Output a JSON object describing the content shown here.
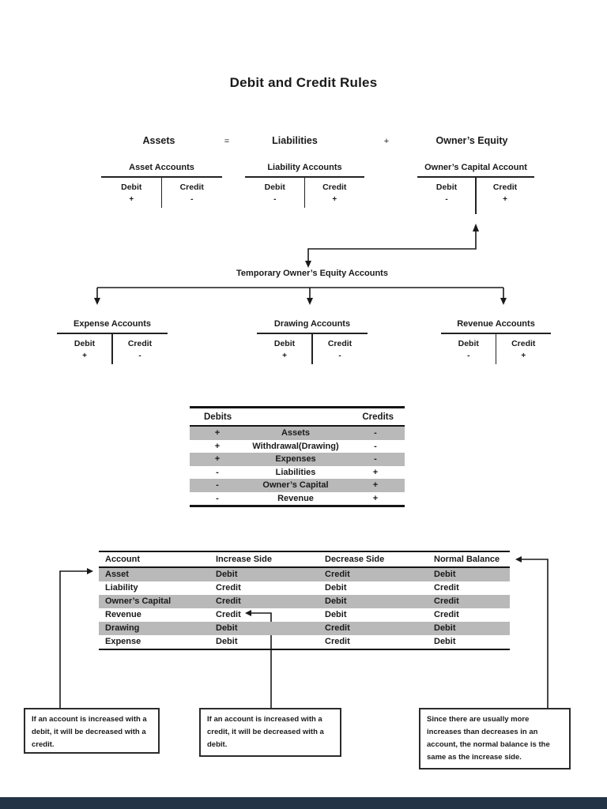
{
  "page": {
    "title": "Debit and Credit Rules",
    "shade_color": "#b9b9b9",
    "line_color": "#1a1a1a",
    "footer_bar_color": "#243447"
  },
  "equation": {
    "assets": "Assets",
    "equals": "=",
    "liabilities": "Liabilities",
    "plus": "+",
    "owners_equity": "Owner’s Equity"
  },
  "t_accounts": {
    "top": [
      {
        "title": "Asset Accounts",
        "debit_label": "Debit",
        "credit_label": "Credit",
        "debit_sign": "+",
        "credit_sign": "-"
      },
      {
        "title": "Liability Accounts",
        "debit_label": "Debit",
        "credit_label": "Credit",
        "debit_sign": "-",
        "credit_sign": "+"
      },
      {
        "title": "Owner’s Capital Account",
        "debit_label": "Debit",
        "credit_label": "Credit",
        "debit_sign": "-",
        "credit_sign": "+"
      }
    ],
    "bottom": [
      {
        "title": "Expense Accounts",
        "debit_label": "Debit",
        "credit_label": "Credit",
        "debit_sign": "+",
        "credit_sign": "-"
      },
      {
        "title": "Drawing Accounts",
        "debit_label": "Debit",
        "credit_label": "Credit",
        "debit_sign": "+",
        "credit_sign": "-"
      },
      {
        "title": "Revenue Accounts",
        "debit_label": "Debit",
        "credit_label": "Credit",
        "debit_sign": "-",
        "credit_sign": "+"
      }
    ]
  },
  "temporary_label": "Temporary Owner’s Equity Accounts",
  "debit_credit_table": {
    "header_left": "Debits",
    "header_right": "Credits",
    "rows": [
      {
        "debit": "+",
        "account": "Assets",
        "credit": "-"
      },
      {
        "debit": "+",
        "account": "Withdrawal(Drawing)",
        "credit": "-"
      },
      {
        "debit": "+",
        "account": "Expenses",
        "credit": "-"
      },
      {
        "debit": "-",
        "account": "Liabilities",
        "credit": "+"
      },
      {
        "debit": "-",
        "account": "Owner’s Capital",
        "credit": "+"
      },
      {
        "debit": "-",
        "account": "Revenue",
        "credit": "+"
      }
    ]
  },
  "summary_table": {
    "headers": [
      "Account",
      "Increase Side",
      "Decrease Side",
      "Normal Balance"
    ],
    "rows": [
      {
        "cells": [
          "Asset",
          "Debit",
          "Credit",
          "Debit"
        ]
      },
      {
        "cells": [
          "Liability",
          "Credit",
          "Debit",
          "Credit"
        ]
      },
      {
        "cells": [
          "Owner’s Capital",
          "Credit",
          "Debit",
          "Credit"
        ]
      },
      {
        "cells": [
          "Revenue",
          "Credit",
          "Debit",
          "Credit"
        ]
      },
      {
        "cells": [
          "Drawing",
          "Debit",
          "Credit",
          "Debit"
        ]
      },
      {
        "cells": [
          "Expense",
          "Debit",
          "Credit",
          "Debit"
        ]
      }
    ]
  },
  "notes": [
    {
      "text": "If an account is increased with a debit, it will be decreased with a credit."
    },
    {
      "text": "If an account is increased with a credit, it will be decreased with a debit."
    },
    {
      "text": "Since there are usually more increases than decreases in an account, the normal balance is the same as the increase side."
    }
  ]
}
